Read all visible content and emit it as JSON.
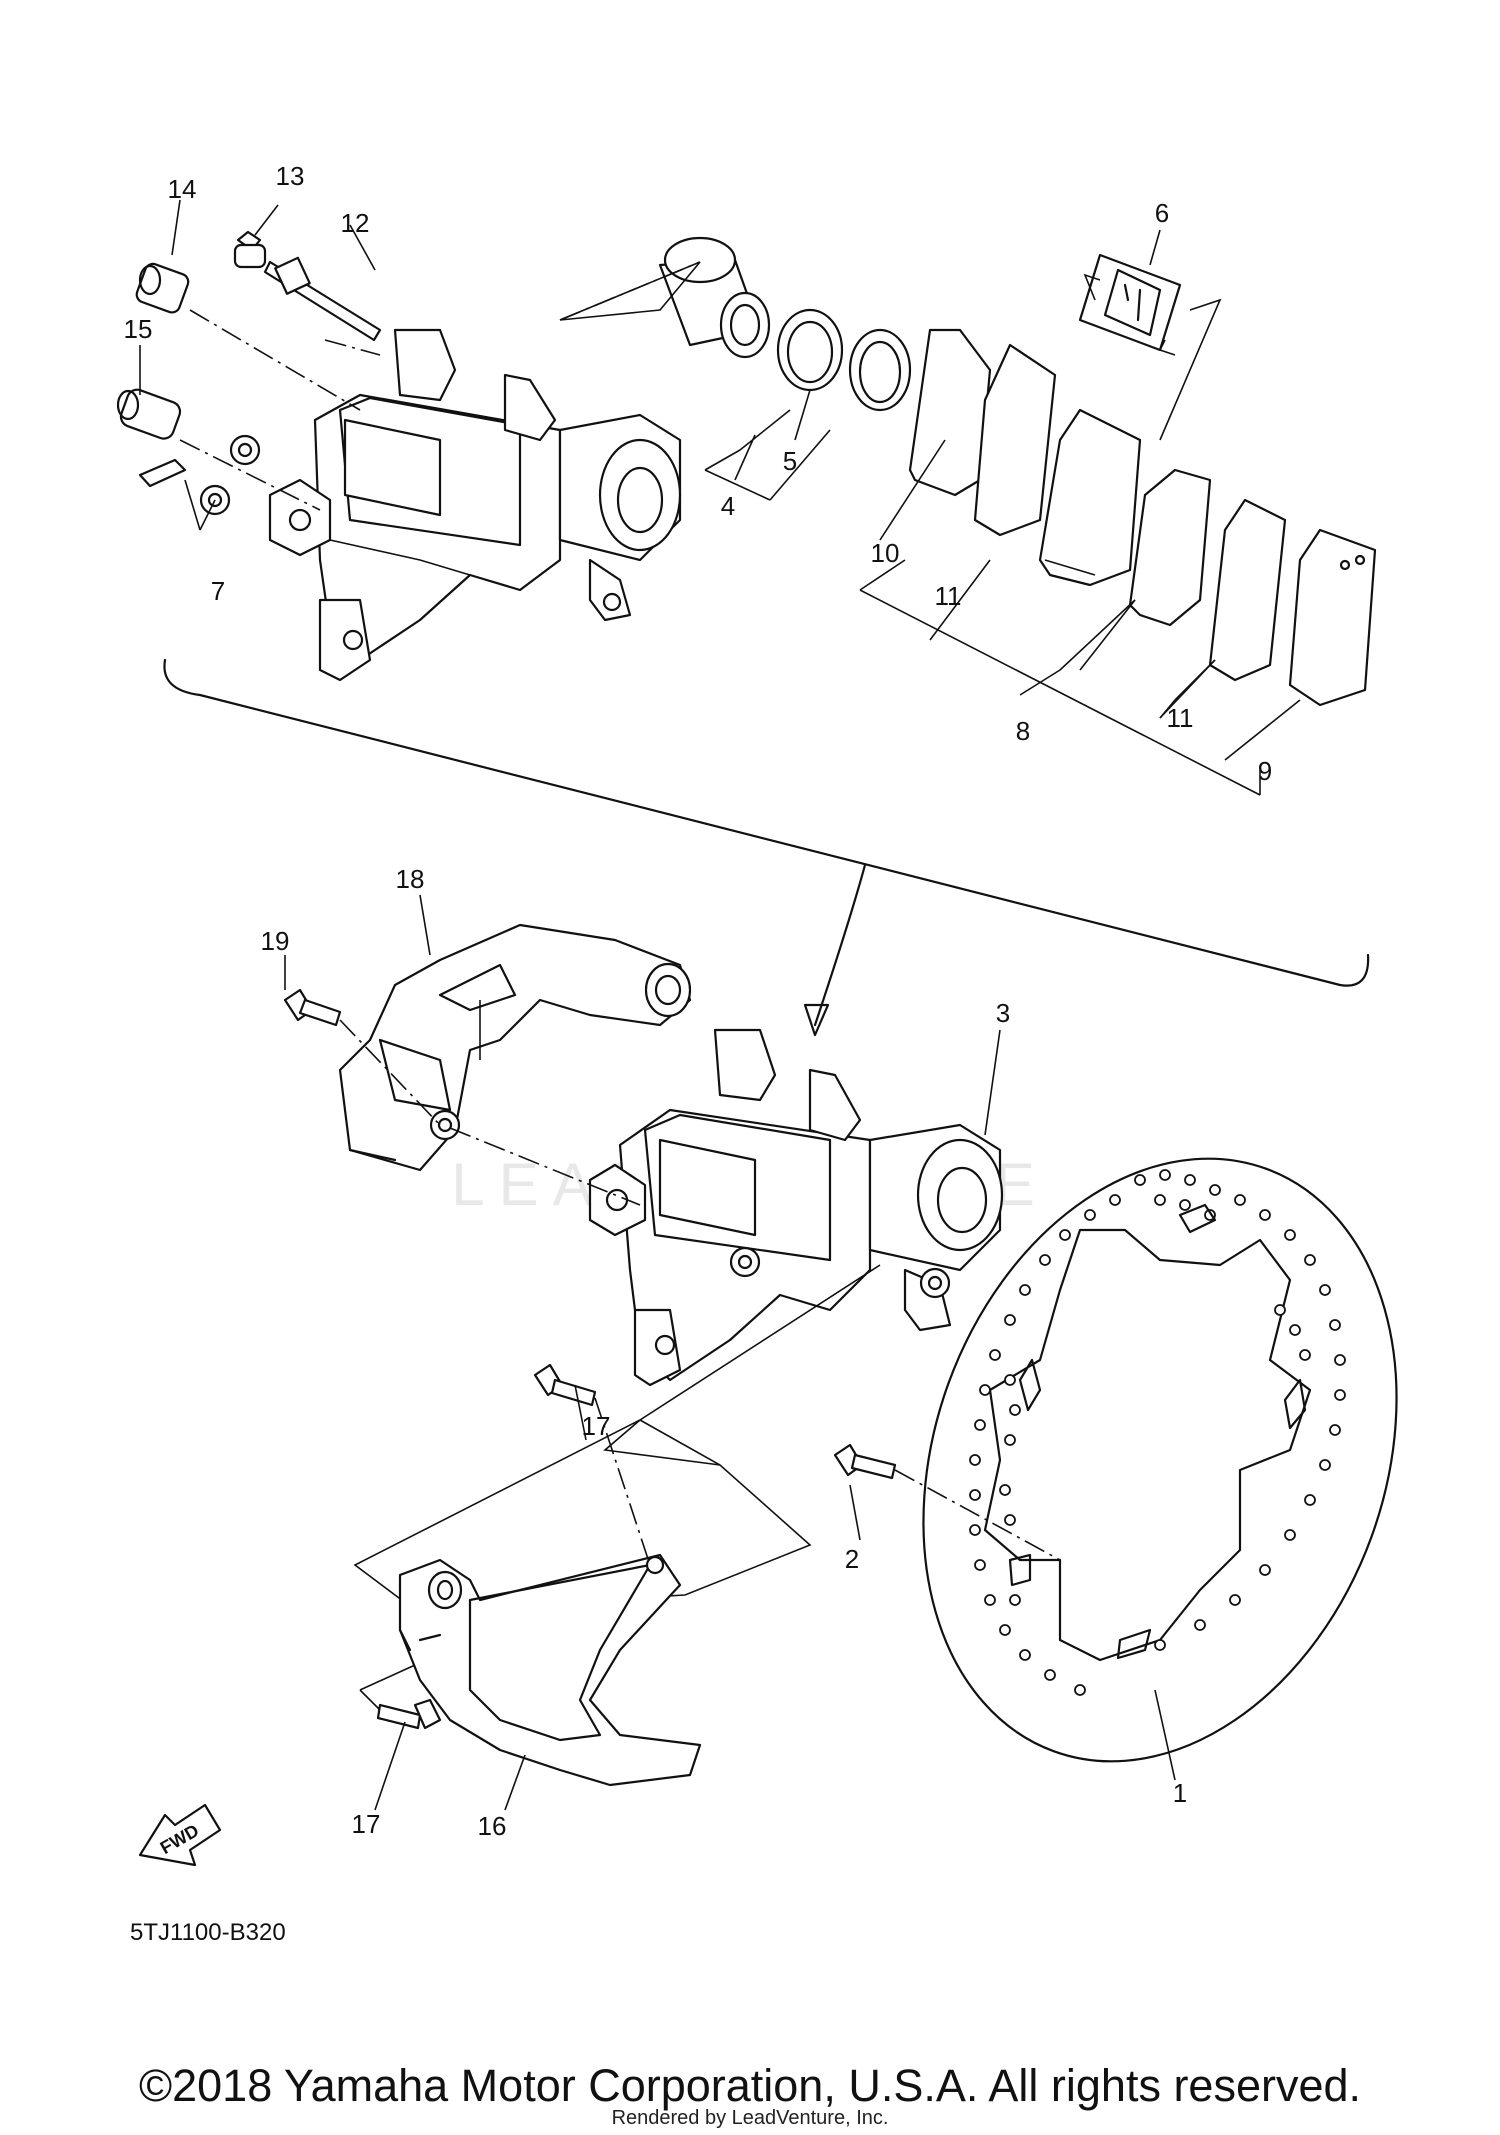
{
  "callouts": {
    "c1": "1",
    "c2": "2",
    "c3": "3",
    "c4": "4",
    "c5": "5",
    "c6": "6",
    "c7": "7",
    "c8": "8",
    "c9": "9",
    "c10": "10",
    "c11a": "11",
    "c11b": "11",
    "c12": "12",
    "c13": "13",
    "c14": "14",
    "c15": "15",
    "c16": "16",
    "c17a": "17",
    "c17b": "17",
    "c18": "18",
    "c19": "19"
  },
  "fwd_label": "FWD",
  "diagram_code": "5TJ1100-B320",
  "watermark": "LEADVENTURE",
  "footer": {
    "copyright": "©2018 Yamaha Motor Corporation, U.S.A. All rights reserved.",
    "rendered_by": "Rendered by LeadVenture, Inc."
  }
}
